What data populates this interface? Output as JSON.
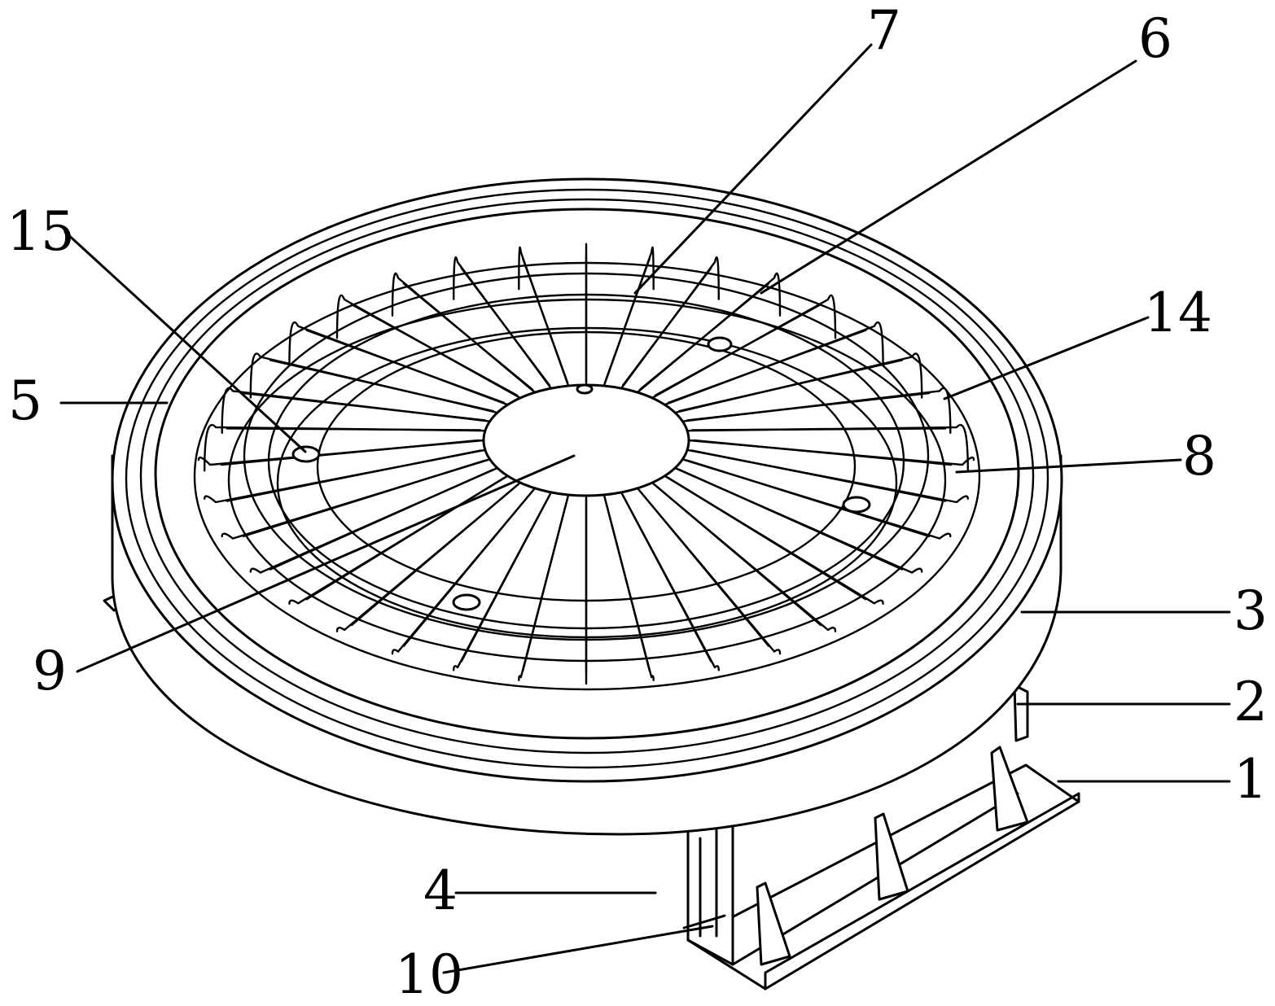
{
  "callouts": [
    {
      "id": "label-1",
      "text": "1"
    },
    {
      "id": "label-2",
      "text": "2"
    },
    {
      "id": "label-3",
      "text": "3"
    },
    {
      "id": "label-4",
      "text": "4"
    },
    {
      "id": "label-5",
      "text": "5"
    },
    {
      "id": "label-6",
      "text": "6"
    },
    {
      "id": "label-7",
      "text": "7"
    },
    {
      "id": "label-8",
      "text": "8"
    },
    {
      "id": "label-9",
      "text": "9"
    },
    {
      "id": "label-10",
      "text": "10"
    },
    {
      "id": "label-14",
      "text": "14"
    },
    {
      "id": "label-15",
      "text": "15"
    }
  ],
  "colors": {
    "line": "#000000",
    "background": "#ffffff"
  }
}
